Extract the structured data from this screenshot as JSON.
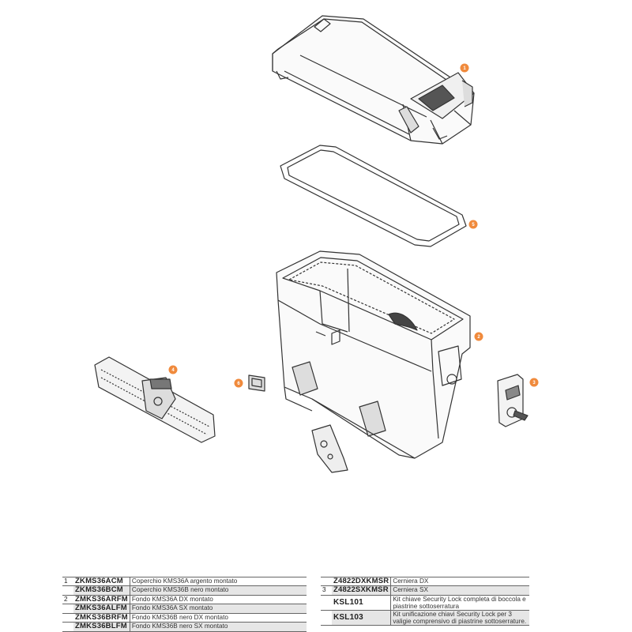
{
  "callouts": [
    "1",
    "5",
    "2",
    "4",
    "6",
    "3"
  ],
  "colors": {
    "callout": "#f08a3c",
    "line": "#333333",
    "shade": "#e6e6e6"
  },
  "parts_left": [
    {
      "num": "1",
      "code": "ZKMS36ACM",
      "desc": "Coperchio KMS36A argento montato"
    },
    {
      "num": "",
      "code": "ZKMS36BCM",
      "desc": "Coperchio KMS36B nero montato"
    },
    {
      "num": "2",
      "code": "ZMKS36ARFM",
      "desc": "Fondo KMS36A DX montato"
    },
    {
      "num": "",
      "code": "ZMKS36ALFM",
      "desc": "Fondo KMS36A SX montato"
    },
    {
      "num": "",
      "code": "ZMKS36BRFM",
      "desc": "Fondo KMS36B nero DX montato"
    },
    {
      "num": "",
      "code": "ZMKS36BLFM",
      "desc": "Fondo KMS36B nero SX montato"
    }
  ],
  "parts_right": [
    {
      "num": "",
      "code": "Z4822DXKMSR",
      "desc": "Cerniera DX"
    },
    {
      "num": "3",
      "code": "Z4822SXKMSR",
      "desc": "Cerniera SX"
    },
    {
      "num": "",
      "code": "KSL101",
      "desc": "Kit chiave Security Lock completa di boccola e piastrine sottoserratura"
    },
    {
      "num": "",
      "code": "KSL103",
      "desc": "Kit unificazione chiavi Security Lock per 3 valigie comprensivo di piastrine sottoserrature."
    }
  ]
}
